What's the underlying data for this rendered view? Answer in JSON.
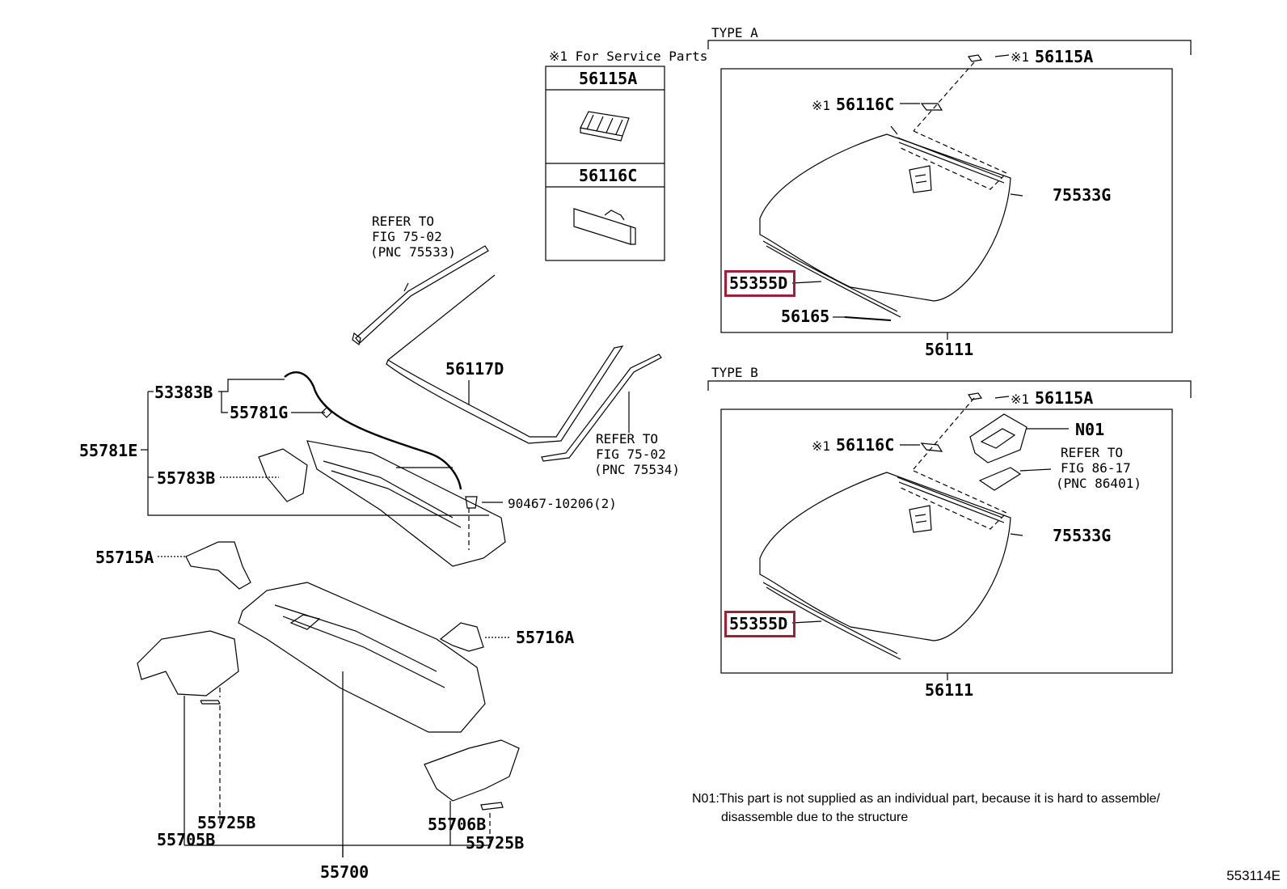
{
  "figure_id": "553114E",
  "accent_color": "#a0203a",
  "service_parts": {
    "header": "※1 For Service Parts",
    "part1": "56115A",
    "part2": "56116C"
  },
  "type_a": {
    "title": "TYPE A",
    "p56115A": "56115A",
    "p56116C": "56116C",
    "p75533G": "75533G",
    "p55355D": "55355D",
    "p56165": "56165",
    "p56111": "56111"
  },
  "type_b": {
    "title": "TYPE B",
    "p56115A": "56115A",
    "p56116C": "56116C",
    "pN01": "N01",
    "refer": [
      "REFER TO",
      "FIG 86-17",
      "(PNC 86401)"
    ],
    "p75533G": "75533G",
    "p55355D": "55355D",
    "p56111": "56111"
  },
  "mark": "※1",
  "left": {
    "refer_top": [
      "REFER TO",
      "FIG 75-02",
      "(PNC 75533)"
    ],
    "refer_bottom": [
      "REFER TO",
      "FIG 75-02",
      "(PNC 75534)"
    ],
    "p56117D": "56117D",
    "p53383B": "53383B",
    "p55781G": "55781G",
    "p55781E": "55781E",
    "p55783B": "55783B",
    "p90467": "90467-10206(2)",
    "p55715A": "55715A",
    "p55716A": "55716A",
    "p55725B_l": "55725B",
    "p55705B": "55705B",
    "p55706B": "55706B",
    "p55725B_r": "55725B",
    "p55700": "55700"
  },
  "note": {
    "line1": "N01:This part is not supplied as an individual part, because it is hard to assemble/",
    "line2": "disassemble due to the structure"
  }
}
